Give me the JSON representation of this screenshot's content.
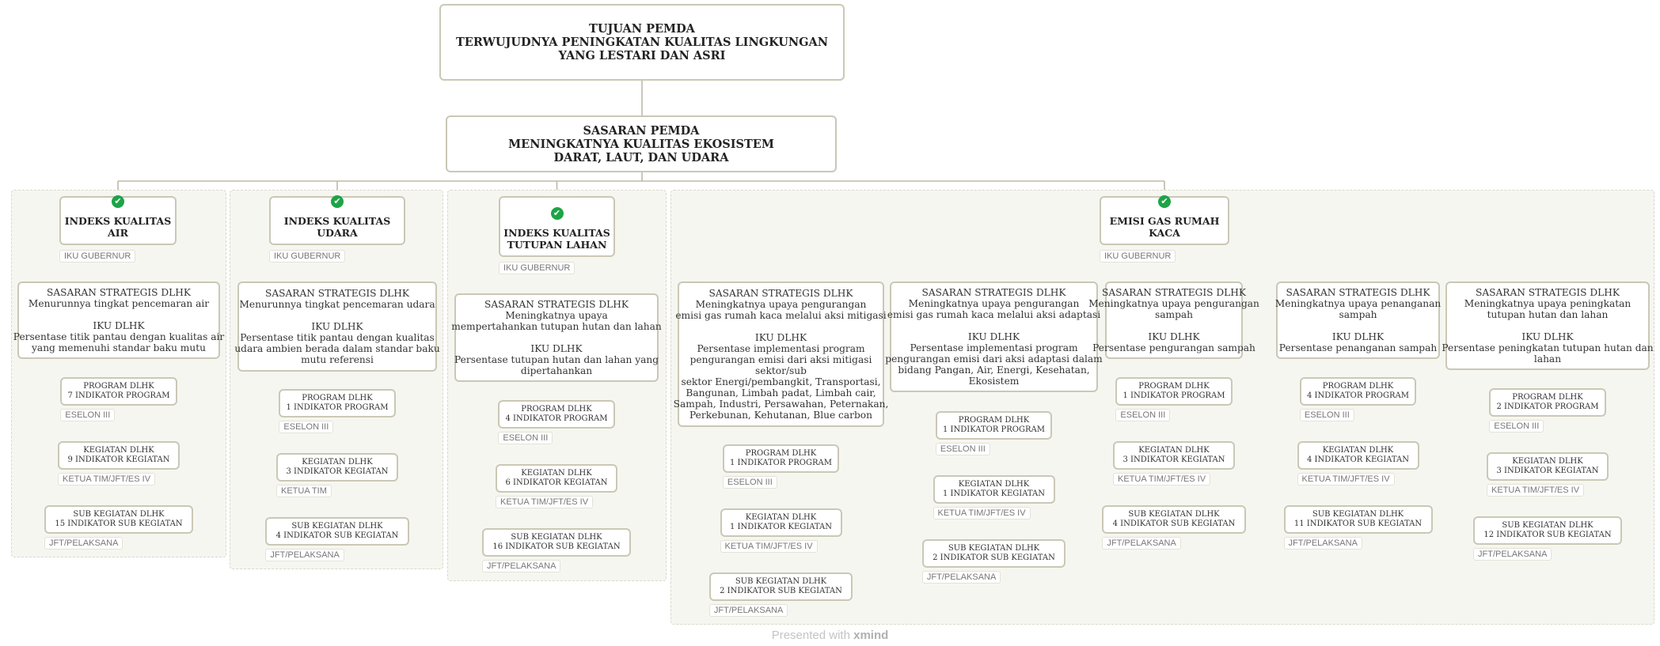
{
  "goal": {
    "lines": [
      "TUJUAN PEMDA",
      "TERWUJUDNYA PENINGKATAN KUALITAS LINGKUNGAN",
      "YANG LESTARI DAN ASRI"
    ]
  },
  "target": {
    "lines": [
      "SASARAN PEMDA",
      "MENINGKATNYA KUALITAS EKOSISTEM",
      "DARAT, LAUT, DAN UDARA"
    ]
  },
  "branches": [
    {
      "indicator": [
        "INDEKS KUALITAS AIR"
      ],
      "tag": "IKU GUBERNUR",
      "strategies": [
        {
          "lines": [
            "SASARAN STRATEGIS DLHK",
            "Menurunnya tingkat pencemaran air",
            "",
            "IKU DLHK",
            "Persentase titik pantau dengan kualitas air",
            "yang memenuhi standar baku mutu"
          ],
          "program": {
            "lines": [
              "PROGRAM DLHK",
              "7 INDIKATOR PROGRAM"
            ],
            "tag": "ESELON III"
          },
          "activity": {
            "lines": [
              "KEGIATAN DLHK",
              "9 INDIKATOR KEGIATAN"
            ],
            "tag": "KETUA TIM/JFT/ES IV"
          },
          "subactivity": {
            "lines": [
              "SUB KEGIATAN DLHK",
              "15 INDIKATOR SUB KEGIATAN"
            ],
            "tag": "JFT/PELAKSANA"
          }
        }
      ]
    },
    {
      "indicator": [
        "INDEKS KUALITAS UDARA"
      ],
      "tag": "IKU GUBERNUR",
      "strategies": [
        {
          "lines": [
            "SASARAN STRATEGIS DLHK",
            "Menurunnya tingkat pencemaran udara",
            "",
            "IKU DLHK",
            "Persentase titik pantau dengan kualitas",
            "udara ambien berada dalam standar baku",
            "mutu referensi"
          ],
          "program": {
            "lines": [
              "PROGRAM DLHK",
              "1 INDIKATOR PROGRAM"
            ],
            "tag": "ESELON III"
          },
          "activity": {
            "lines": [
              "KEGIATAN DLHK",
              "3 INDIKATOR KEGIATAN"
            ],
            "tag": "KETUA TIM"
          },
          "subactivity": {
            "lines": [
              "SUB KEGIATAN DLHK",
              "4 INDIKATOR SUB KEGIATAN"
            ],
            "tag": "JFT/PELAKSANA"
          }
        }
      ]
    },
    {
      "indicator": [
        "INDEKS KUALITAS",
        "TUTUPAN LAHAN"
      ],
      "tag": "IKU GUBERNUR",
      "strategies": [
        {
          "lines": [
            "SASARAN STRATEGIS DLHK",
            "Meningkatnya upaya",
            "mempertahankan tutupan hutan dan lahan",
            "",
            "IKU DLHK",
            "Persentase tutupan hutan dan lahan yang",
            "dipertahankan"
          ],
          "program": {
            "lines": [
              "PROGRAM DLHK",
              "4 INDIKATOR PROGRAM"
            ],
            "tag": "ESELON III"
          },
          "activity": {
            "lines": [
              "KEGIATAN DLHK",
              "6 INDIKATOR KEGIATAN"
            ],
            "tag": "KETUA TIM/JFT/ES IV"
          },
          "subactivity": {
            "lines": [
              "SUB KEGIATAN DLHK",
              "16 INDIKATOR SUB KEGIATAN"
            ],
            "tag": "JFT/PELAKSANA"
          }
        }
      ]
    },
    {
      "indicator": [
        "EMISI GAS RUMAH KACA"
      ],
      "tag": "IKU GUBERNUR",
      "strategies": [
        {
          "lines": [
            "SASARAN STRATEGIS DLHK",
            "Meningkatnya upaya pengurangan",
            "emisi gas rumah kaca melalui aksi mitigasi",
            "",
            "IKU DLHK",
            "Persentase implementasi program",
            "pengurangan emisi dari aksi mitigasi",
            "sektor/sub",
            "sektor Energi/pembangkit, Transportasi,",
            "Bangunan, Limbah padat, Limbah cair,",
            "Sampah, Industri, Persawahan, Peternakan,",
            "Perkebunan, Kehutanan, Blue carbon"
          ],
          "program": {
            "lines": [
              "PROGRAM DLHK",
              "1 INDIKATOR PROGRAM"
            ],
            "tag": "ESELON III"
          },
          "activity": {
            "lines": [
              "KEGIATAN DLHK",
              "1 INDIKATOR KEGIATAN"
            ],
            "tag": "KETUA TIM/JFT/ES IV"
          },
          "subactivity": {
            "lines": [
              "SUB KEGIATAN DLHK",
              "2 INDIKATOR SUB KEGIATAN"
            ],
            "tag": "JFT/PELAKSANA"
          }
        },
        {
          "lines": [
            "SASARAN STRATEGIS DLHK",
            "Meningkatnya upaya pengurangan",
            "emisi gas rumah kaca melalui aksi adaptasi",
            "",
            "IKU DLHK",
            "Persentase implementasi program",
            "pengurangan emisi dari aksi adaptasi dalam",
            "bidang Pangan, Air, Energi, Kesehatan,",
            "Ekosistem"
          ],
          "program": {
            "lines": [
              "PROGRAM DLHK",
              "1 INDIKATOR PROGRAM"
            ],
            "tag": "ESELON III"
          },
          "activity": {
            "lines": [
              "KEGIATAN DLHK",
              "1 INDIKATOR KEGIATAN"
            ],
            "tag": "KETUA TIM/JFT/ES IV"
          },
          "subactivity": {
            "lines": [
              "SUB KEGIATAN DLHK",
              "2 INDIKATOR SUB KEGIATAN"
            ],
            "tag": "JFT/PELAKSANA"
          }
        },
        {
          "lines": [
            "SASARAN STRATEGIS DLHK",
            "Meningkatnya upaya pengurangan",
            "sampah",
            "",
            "IKU DLHK",
            "Persentase pengurangan sampah"
          ],
          "program": {
            "lines": [
              "PROGRAM DLHK",
              "1 INDIKATOR PROGRAM"
            ],
            "tag": "ESELON III"
          },
          "activity": {
            "lines": [
              "KEGIATAN DLHK",
              "3 INDIKATOR KEGIATAN"
            ],
            "tag": "KETUA TIM/JFT/ES IV"
          },
          "subactivity": {
            "lines": [
              "SUB KEGIATAN DLHK",
              "4 INDIKATOR SUB KEGIATAN"
            ],
            "tag": "JFT/PELAKSANA"
          }
        },
        {
          "lines": [
            "SASARAN STRATEGIS DLHK",
            "Meningkatnya upaya penanganan",
            "sampah",
            "",
            "IKU DLHK",
            "Persentase penanganan sampah"
          ],
          "program": {
            "lines": [
              "PROGRAM DLHK",
              "4 INDIKATOR PROGRAM"
            ],
            "tag": "ESELON III"
          },
          "activity": {
            "lines": [
              "KEGIATAN DLHK",
              "4 INDIKATOR KEGIATAN"
            ],
            "tag": "KETUA TIM/JFT/ES IV"
          },
          "subactivity": {
            "lines": [
              "SUB KEGIATAN DLHK",
              "11 INDIKATOR SUB KEGIATAN"
            ],
            "tag": "JFT/PELAKSANA"
          }
        },
        {
          "lines": [
            "SASARAN STRATEGIS DLHK",
            "Meningkatnya upaya peningkatan",
            "tutupan hutan dan lahan",
            "",
            "IKU DLHK",
            "Persentase peningkatan tutupan hutan dan",
            "lahan"
          ],
          "program": {
            "lines": [
              "PROGRAM DLHK",
              "2 INDIKATOR PROGRAM"
            ],
            "tag": "ESELON III"
          },
          "activity": {
            "lines": [
              "KEGIATAN DLHK",
              "3 INDIKATOR KEGIATAN"
            ],
            "tag": "KETUA TIM/JFT/ES IV"
          },
          "subactivity": {
            "lines": [
              "SUB KEGIATAN DLHK",
              "12 INDIKATOR SUB KEGIATAN"
            ],
            "tag": "JFT/PELAKSANA"
          }
        }
      ]
    }
  ],
  "footer": {
    "prefix": "Presented with",
    "brand": "xmind"
  },
  "colors": {
    "node_border": "#cac8b5",
    "zone_fill": "#f6f6f1",
    "check_green": "#1ea347",
    "connector": "#bdbba6"
  },
  "icons": {
    "indicator_badge": "check-badge-icon"
  }
}
